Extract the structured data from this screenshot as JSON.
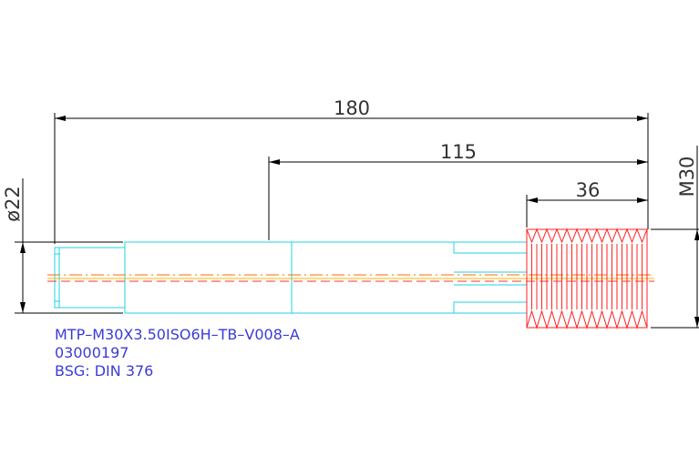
{
  "drawing": {
    "dimensions": {
      "overall_length": "180",
      "shank_length": "115",
      "thread_length": "36",
      "shank_diameter": "ø22",
      "thread_size": "M30"
    },
    "notes": {
      "part_code": "MTP–M30X3.50ISO6H–TB–V008–A",
      "article_number": "03000197",
      "standard": "BSG: DIN  376"
    },
    "colors": {
      "background": "#ffffff",
      "dimension_lines": "#000000",
      "dimension_text": "#333333",
      "tool_outline": "#22d3e6",
      "thread": "#ff2020",
      "centerline": "#ff6a00",
      "notes_text": "#3b3bd8"
    }
  }
}
